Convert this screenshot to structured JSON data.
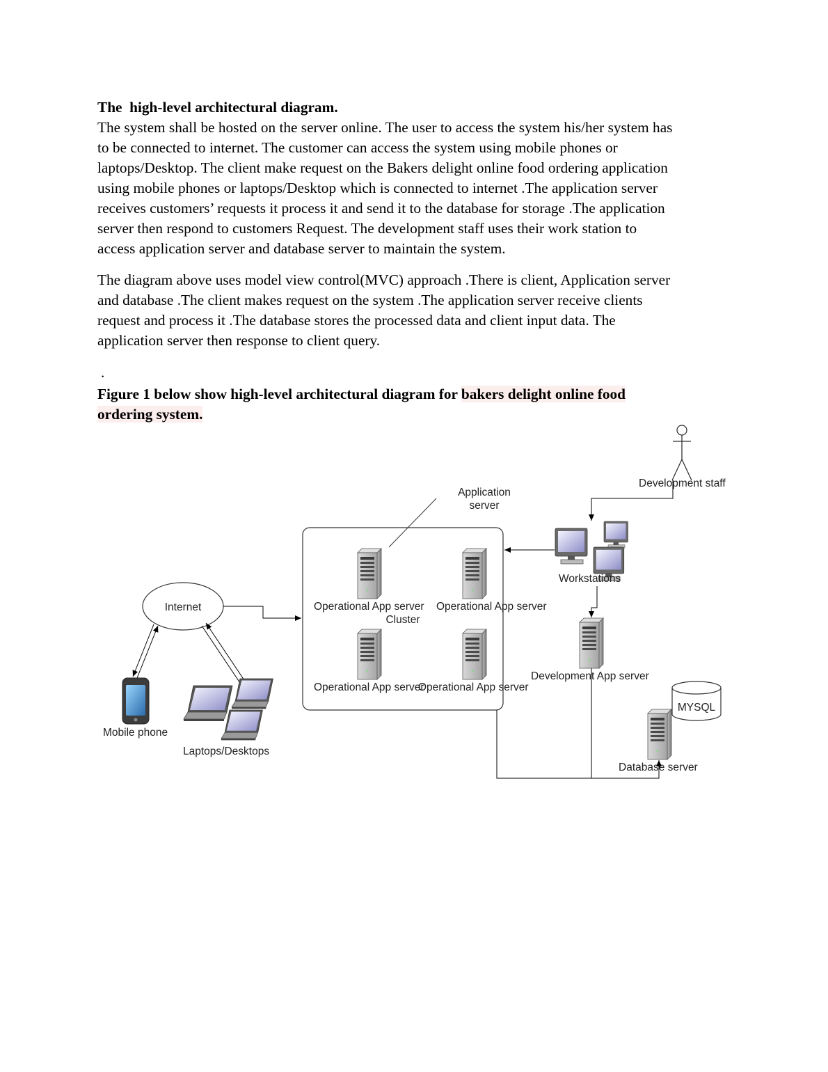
{
  "heading": "The  high-level architectural diagram.",
  "paragraph1_lines": [
    "The system shall be hosted on the server online. The user to access the system his/her system has",
    "to be connected to internet. The customer can access the system using mobile phones or",
    "laptops/Desktop. The client make request on the Bakers delight online food ordering application",
    "using mobile phones or laptops/Desktop which is connected to internet .The application server",
    "receives customers’ requests it process it and send it to the database for storage .The application",
    "server then respond to customers Request. The development staff uses their work station to",
    "access application server and database server to maintain the system."
  ],
  "paragraph2_lines": [
    "The diagram above uses model view control(MVC) approach .There is client, Application server",
    "and database .The client makes request on the system .The application server receive clients",
    "request and process it .The database stores the processed data and client input data. The",
    "application server then response to client query."
  ],
  "stray_dot": ".",
  "caption": {
    "part1": "Figure 1 below show high-level architectural diagram for ",
    "part2": "bakers delight online food",
    "part3": "ordering system."
  },
  "diagram": {
    "labels": {
      "development_staff": "Development staff",
      "application_server_1": "Application",
      "application_server_2": "server",
      "workstations": "Workstations",
      "internet": "Internet",
      "op_server_1": "Operational App server",
      "op_server_2": "Operational App server",
      "op_server_3": "Operational App server",
      "op_server_4": "Operational App server",
      "cluster": "Cluster",
      "dev_app_server": "Development App server",
      "mysql": "MYSQL",
      "database_server": "Database server",
      "mobile_phone": "Mobile phone",
      "laptops_desktops": "Laptops/Desktops"
    }
  }
}
